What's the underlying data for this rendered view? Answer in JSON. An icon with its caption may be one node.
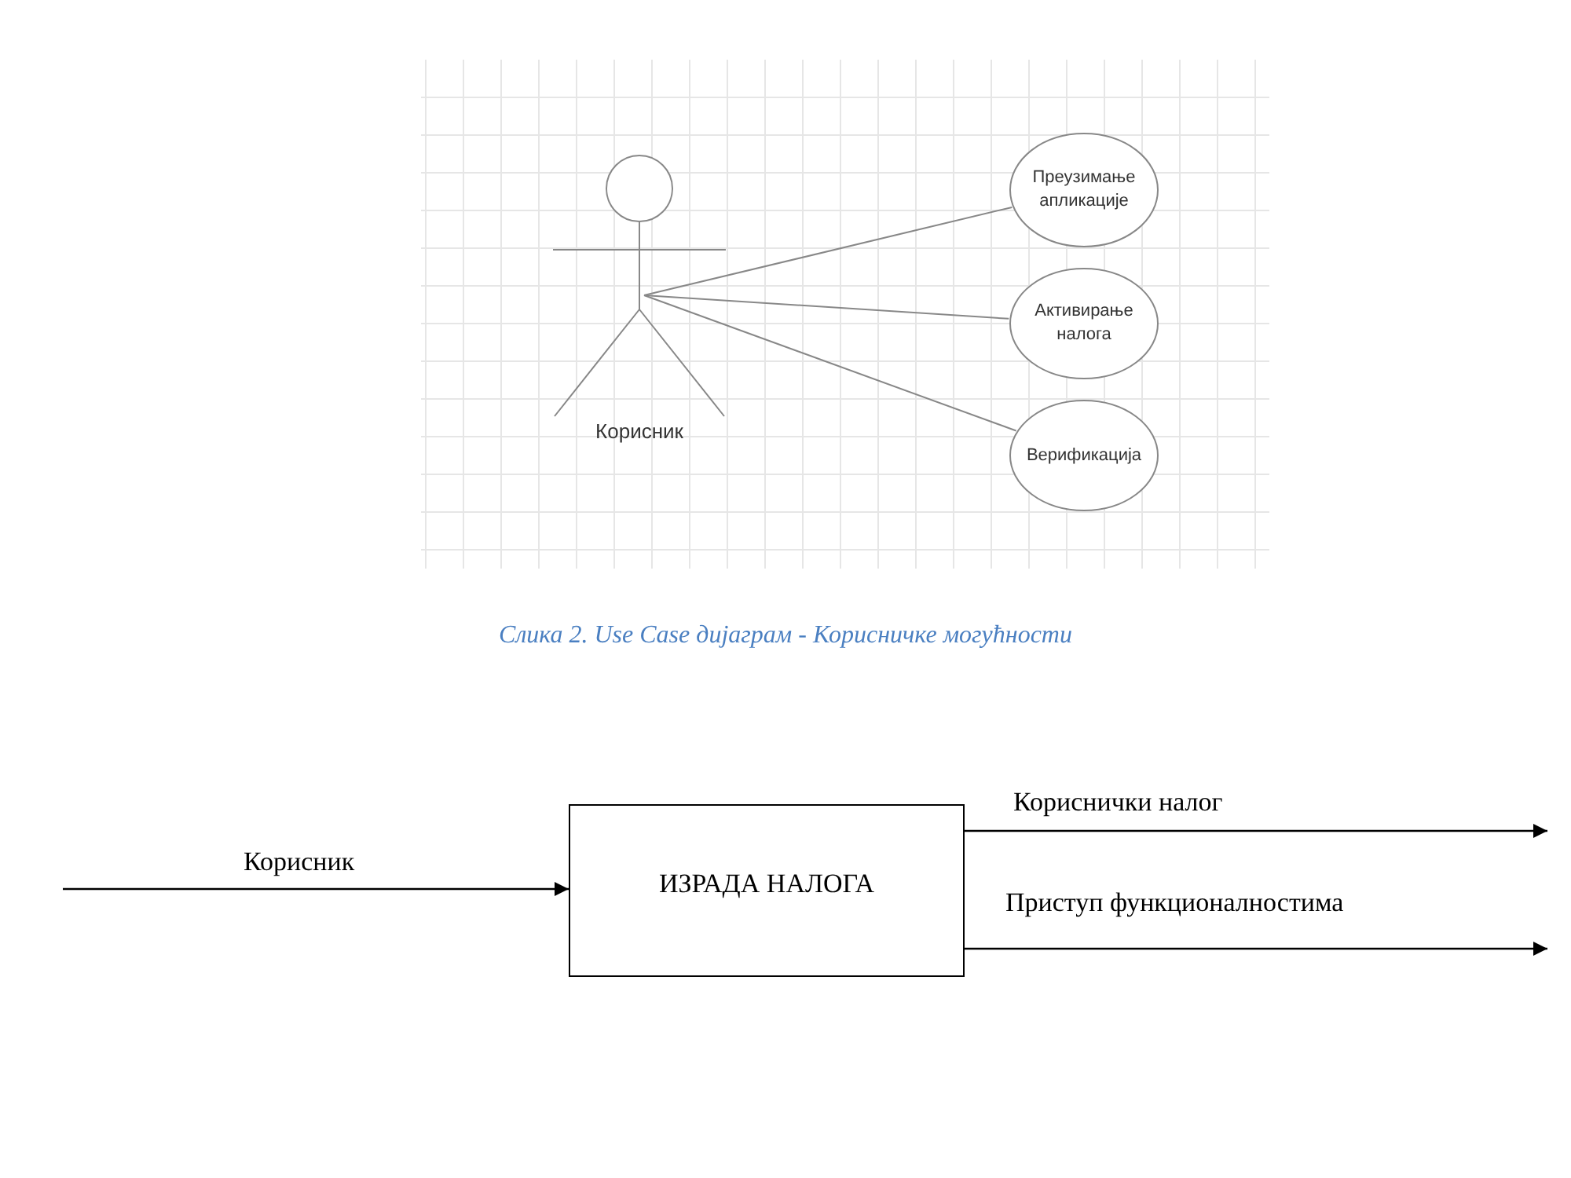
{
  "diagram": {
    "caption": "Слика 2. Use Case дијаграм - Корисничке могућности",
    "nodes": [
      {
        "text": [
          "Корисник"
        ]
      },
      {
        "text": [
          "Преузимање апликације"
        ]
      },
      {
        "text": [
          "Активирање налога"
        ]
      },
      {
        "text": [
          "Верификација"
        ]
      },
      {
        "text": [
          "ИЗРАДА НАЛОГА"
        ]
      }
    ],
    "edges": [
      {
        "from": 0,
        "to": 1,
        "arrow": "none"
      },
      {
        "from": 0,
        "to": 2,
        "arrow": "none"
      },
      {
        "from": 0,
        "to": 3,
        "arrow": "none"
      },
      {
        "from": null,
        "to": 4,
        "arrow": "to",
        "label": "Корисник",
        "color": "#000000"
      },
      {
        "from": 4,
        "to": null,
        "arrow": "to",
        "label": "Кориснички налог",
        "color": "#000000"
      },
      {
        "from": 4,
        "to": null,
        "arrow": "to",
        "label": "Приступ функционалностима",
        "color": "#000000"
      }
    ]
  }
}
